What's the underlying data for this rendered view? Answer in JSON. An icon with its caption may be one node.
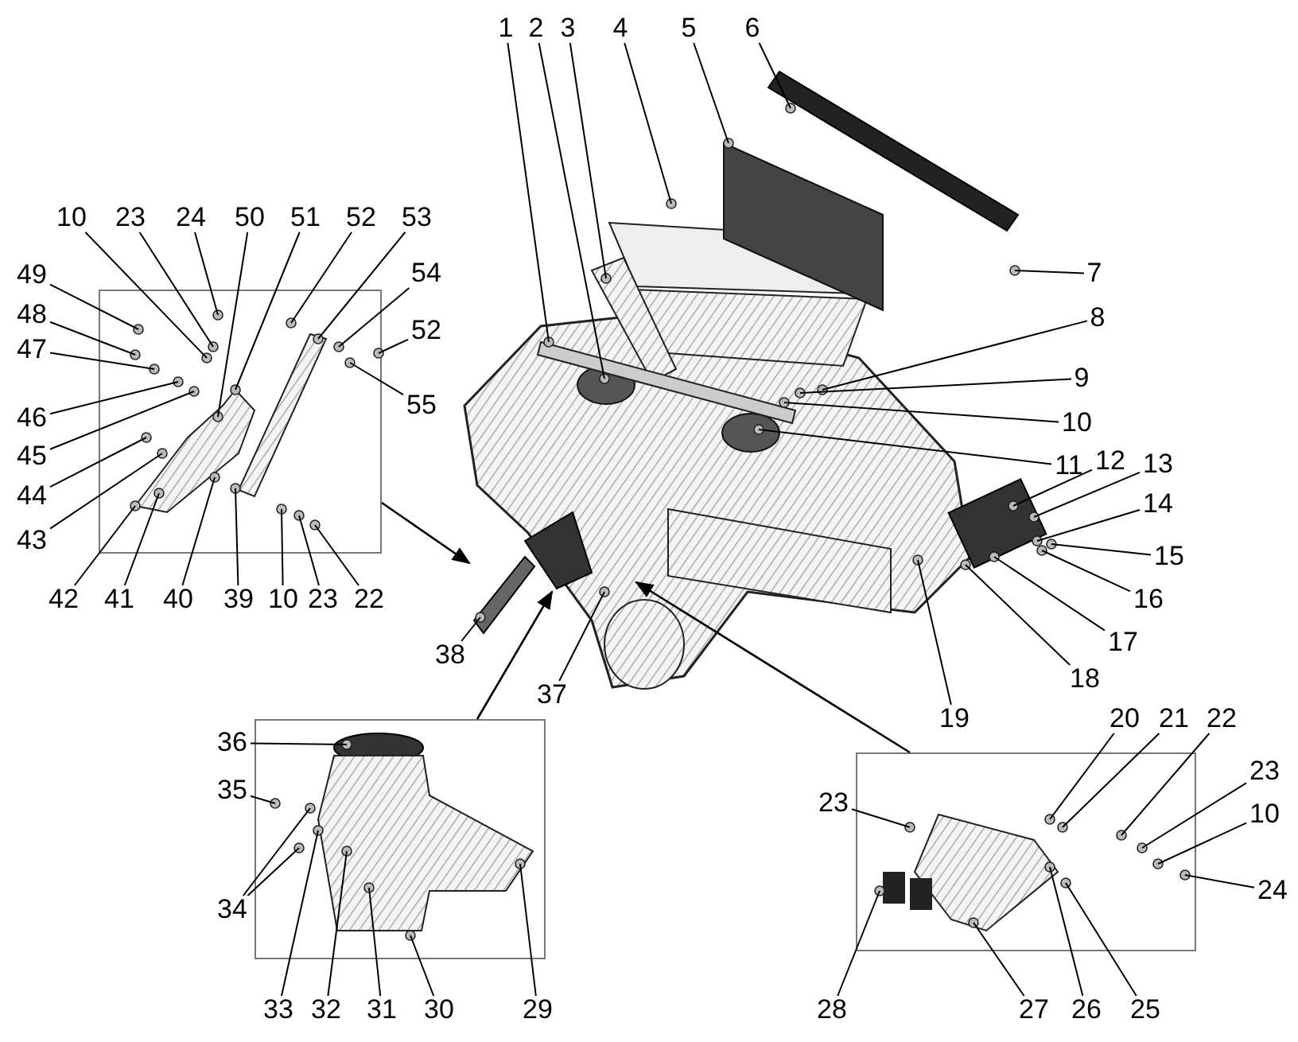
{
  "diagram": {
    "nodes": [
      {
        "text": [
          "1"
        ]
      },
      {
        "text": [
          "2"
        ]
      },
      {
        "text": [
          "3"
        ]
      },
      {
        "text": [
          "4"
        ]
      },
      {
        "text": [
          "5"
        ]
      },
      {
        "text": [
          "6"
        ]
      },
      {
        "text": [
          "7"
        ]
      },
      {
        "text": [
          "10"
        ]
      },
      {
        "text": [
          "23"
        ]
      },
      {
        "text": [
          "24"
        ]
      },
      {
        "text": [
          "50"
        ]
      },
      {
        "text": [
          "51"
        ]
      },
      {
        "text": [
          "52"
        ]
      },
      {
        "text": [
          "53"
        ]
      },
      {
        "text": [
          "49"
        ]
      },
      {
        "text": [
          "54"
        ]
      },
      {
        "text": [
          "48"
        ]
      },
      {
        "text": [
          "52"
        ]
      },
      {
        "text": [
          "47"
        ]
      },
      {
        "text": [
          "55"
        ]
      },
      {
        "text": [
          "46"
        ]
      },
      {
        "text": [
          "45"
        ]
      },
      {
        "text": [
          "44"
        ]
      },
      {
        "text": [
          "43"
        ]
      },
      {
        "text": [
          "42"
        ]
      },
      {
        "text": [
          "41"
        ]
      },
      {
        "text": [
          "40"
        ]
      },
      {
        "text": [
          "39"
        ]
      },
      {
        "text": [
          "10"
        ]
      },
      {
        "text": [
          "23"
        ]
      },
      {
        "text": [
          "22"
        ]
      },
      {
        "text": [
          "8"
        ]
      },
      {
        "text": [
          "9"
        ]
      },
      {
        "text": [
          "10"
        ]
      },
      {
        "text": [
          "11"
        ]
      },
      {
        "text": [
          "12"
        ]
      },
      {
        "text": [
          "13"
        ]
      },
      {
        "text": [
          "14"
        ]
      },
      {
        "text": [
          "15"
        ]
      },
      {
        "text": [
          "16"
        ]
      },
      {
        "text": [
          "17"
        ]
      },
      {
        "text": [
          "18"
        ]
      },
      {
        "text": [
          "19"
        ]
      },
      {
        "text": [
          "38"
        ]
      },
      {
        "text": [
          "37"
        ]
      },
      {
        "text": [
          "36"
        ]
      },
      {
        "text": [
          "35"
        ]
      },
      {
        "text": [
          "34"
        ]
      },
      {
        "text": [
          "33"
        ]
      },
      {
        "text": [
          "32"
        ]
      },
      {
        "text": [
          "31"
        ]
      },
      {
        "text": [
          "30"
        ]
      },
      {
        "text": [
          "29"
        ]
      },
      {
        "text": [
          "20"
        ]
      },
      {
        "text": [
          "21"
        ]
      },
      {
        "text": [
          "22"
        ]
      },
      {
        "text": [
          "23"
        ]
      },
      {
        "text": [
          "23"
        ]
      },
      {
        "text": [
          "10"
        ]
      },
      {
        "text": [
          "24"
        ]
      },
      {
        "text": [
          "28"
        ]
      },
      {
        "text": [
          "27"
        ]
      },
      {
        "text": [
          "26"
        ]
      },
      {
        "text": [
          "25"
        ]
      },
      {
        "text": [],
        "shape": "box"
      },
      {
        "text": [],
        "shape": "box"
      },
      {
        "text": [],
        "shape": "box"
      },
      {
        "text": [],
        "shape": "picture",
        "in": 64
      },
      {
        "text": [],
        "shape": "picture",
        "in": 65
      },
      {
        "text": [],
        "shape": "picture",
        "in": 66
      },
      {
        "text": [],
        "shape": "picture"
      }
    ],
    "edges": [
      {
        "from": 0,
        "to": 70,
        "arrow": "none"
      },
      {
        "from": 1,
        "to": 70,
        "arrow": "none"
      },
      {
        "from": 2,
        "to": 70,
        "arrow": "none"
      },
      {
        "from": 3,
        "to": 70,
        "arrow": "none"
      },
      {
        "from": 4,
        "to": 70,
        "arrow": "none"
      },
      {
        "from": 5,
        "to": 70,
        "arrow": "none"
      },
      {
        "from": 6,
        "to": 70,
        "arrow": "none"
      },
      {
        "from": 7,
        "to": 67,
        "arrow": "none"
      },
      {
        "from": 8,
        "to": 67,
        "arrow": "none"
      },
      {
        "from": 9,
        "to": 67,
        "arrow": "none"
      },
      {
        "from": 10,
        "to": 67,
        "arrow": "none"
      },
      {
        "from": 11,
        "to": 67,
        "arrow": "none"
      },
      {
        "from": 12,
        "to": 67,
        "arrow": "none"
      },
      {
        "from": 13,
        "to": 67,
        "arrow": "none"
      },
      {
        "from": 14,
        "to": 67,
        "arrow": "none"
      },
      {
        "from": 15,
        "to": 67,
        "arrow": "none"
      },
      {
        "from": 16,
        "to": 67,
        "arrow": "none"
      },
      {
        "from": 17,
        "to": 67,
        "arrow": "none"
      },
      {
        "from": 18,
        "to": 67,
        "arrow": "none"
      },
      {
        "from": 19,
        "to": 67,
        "arrow": "none"
      },
      {
        "from": 20,
        "to": 67,
        "arrow": "none"
      },
      {
        "from": 21,
        "to": 67,
        "arrow": "none"
      },
      {
        "from": 22,
        "to": 67,
        "arrow": "none"
      },
      {
        "from": 23,
        "to": 67,
        "arrow": "none"
      },
      {
        "from": 24,
        "to": 67,
        "arrow": "none"
      },
      {
        "from": 25,
        "to": 67,
        "arrow": "none"
      },
      {
        "from": 26,
        "to": 67,
        "arrow": "none"
      },
      {
        "from": 27,
        "to": 67,
        "arrow": "none"
      },
      {
        "from": 28,
        "to": 67,
        "arrow": "none"
      },
      {
        "from": 29,
        "to": 67,
        "arrow": "none"
      },
      {
        "from": 30,
        "to": 67,
        "arrow": "none"
      },
      {
        "from": 31,
        "to": 70,
        "arrow": "none"
      },
      {
        "from": 32,
        "to": 70,
        "arrow": "none"
      },
      {
        "from": 33,
        "to": 70,
        "arrow": "none"
      },
      {
        "from": 34,
        "to": 70,
        "arrow": "none"
      },
      {
        "from": 35,
        "to": 70,
        "arrow": "none"
      },
      {
        "from": 36,
        "to": 70,
        "arrow": "none"
      },
      {
        "from": 37,
        "to": 70,
        "arrow": "none"
      },
      {
        "from": 38,
        "to": 70,
        "arrow": "none"
      },
      {
        "from": 39,
        "to": 70,
        "arrow": "none"
      },
      {
        "from": 40,
        "to": 70,
        "arrow": "none"
      },
      {
        "from": 41,
        "to": 70,
        "arrow": "none"
      },
      {
        "from": 42,
        "to": 70,
        "arrow": "none"
      },
      {
        "from": 43,
        "to": 70,
        "arrow": "none"
      },
      {
        "from": 44,
        "to": 70,
        "arrow": "none"
      },
      {
        "from": 45,
        "to": 68,
        "arrow": "none"
      },
      {
        "from": 46,
        "to": 68,
        "arrow": "none"
      },
      {
        "from": 47,
        "to": 68,
        "arrow": "none"
      },
      {
        "from": 47,
        "to": 68,
        "arrow": "none"
      },
      {
        "from": 48,
        "to": 68,
        "arrow": "none"
      },
      {
        "from": 49,
        "to": 68,
        "arrow": "none"
      },
      {
        "from": 50,
        "to": 68,
        "arrow": "none"
      },
      {
        "from": 51,
        "to": 68,
        "arrow": "none"
      },
      {
        "from": 52,
        "to": 68,
        "arrow": "none"
      },
      {
        "from": 53,
        "to": 69,
        "arrow": "none"
      },
      {
        "from": 54,
        "to": 69,
        "arrow": "none"
      },
      {
        "from": 55,
        "to": 69,
        "arrow": "none"
      },
      {
        "from": 56,
        "to": 69,
        "arrow": "none"
      },
      {
        "from": 57,
        "to": 69,
        "arrow": "none"
      },
      {
        "from": 58,
        "to": 69,
        "arrow": "none"
      },
      {
        "from": 59,
        "to": 69,
        "arrow": "none"
      },
      {
        "from": 60,
        "to": 69,
        "arrow": "none"
      },
      {
        "from": 61,
        "to": 69,
        "arrow": "none"
      },
      {
        "from": 62,
        "to": 69,
        "arrow": "none"
      },
      {
        "from": 63,
        "to": 69,
        "arrow": "none"
      },
      {
        "from": 64,
        "to": 70,
        "arrow": "to"
      },
      {
        "from": 65,
        "to": 70,
        "arrow": "to"
      },
      {
        "from": 66,
        "to": 70,
        "arrow": "to"
      }
    ]
  }
}
